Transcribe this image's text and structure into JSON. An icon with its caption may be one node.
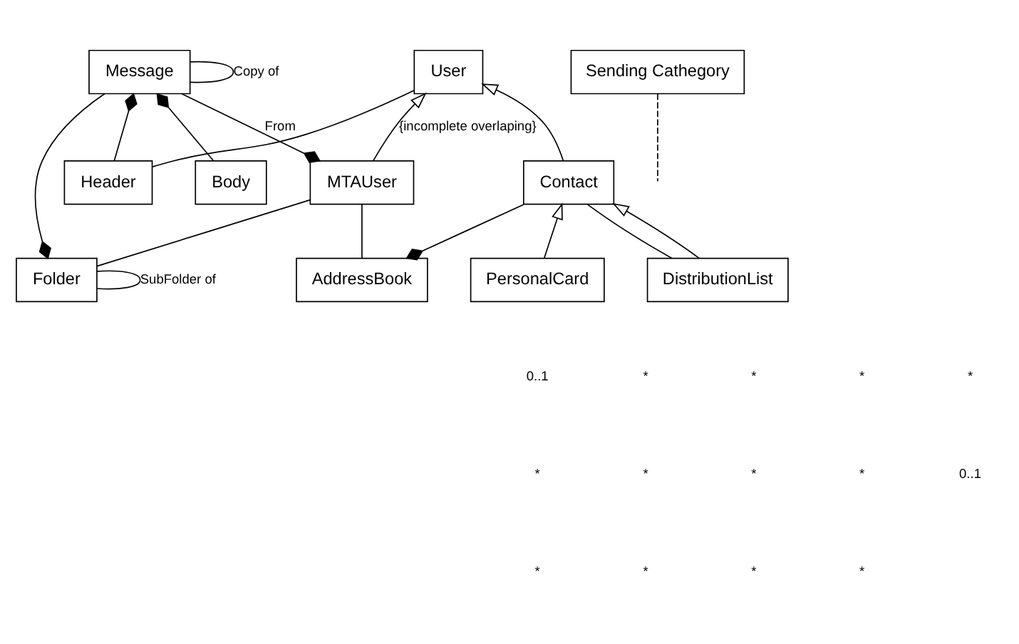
{
  "diagram": {
    "nodes": [
      {
        "text": [
          "Message"
        ]
      },
      {
        "text": [
          "Sending Cathegory"
        ]
      },
      {
        "text": [
          "User"
        ]
      },
      {
        "text": [
          "Header"
        ]
      },
      {
        "text": [
          "Body"
        ]
      },
      {
        "text": [
          "MTAUser"
        ]
      },
      {
        "text": [
          "Contact"
        ]
      },
      {
        "text": [
          "Folder"
        ]
      },
      {
        "text": [
          "AddressBook"
        ]
      },
      {
        "text": [
          "PersonalCard"
        ]
      },
      {
        "text": [
          "DistributionList"
        ]
      }
    ],
    "edges": [
      {
        "from": 0,
        "to": 0,
        "arrow": "none",
        "label": "Copy of"
      },
      {
        "from": 7,
        "to": 0,
        "arrow": "other"
      },
      {
        "from": 5,
        "to": 0,
        "arrow": "other",
        "label": "From"
      },
      {
        "from": 0,
        "to": 3,
        "arrow": "other"
      },
      {
        "from": 0,
        "to": 4,
        "arrow": "other"
      },
      {
        "from": 2,
        "to": 3,
        "arrow": "none"
      },
      {
        "from": 1,
        "to": null,
        "arrow": "none",
        "style": "dashed"
      },
      {
        "from": 5,
        "to": 2,
        "arrow": "to",
        "label": "{incomplete overlaping}"
      },
      {
        "from": 6,
        "to": 2,
        "arrow": "to"
      },
      {
        "from": 5,
        "to": 7,
        "arrow": "none"
      },
      {
        "from": 5,
        "to": 8,
        "arrow": "none"
      },
      {
        "from": 8,
        "to": 6,
        "arrow": "other"
      },
      {
        "from": 6,
        "to": 10,
        "arrow": "none"
      },
      {
        "from": 9,
        "to": 6,
        "arrow": "to"
      },
      {
        "from": 10,
        "to": 6,
        "arrow": "to"
      },
      {
        "from": 7,
        "to": 7,
        "arrow": "none",
        "label": "SubFolder of"
      }
    ],
    "labels": [
      "0..1",
      "*",
      "*",
      "*",
      "*",
      "*",
      "*",
      "*",
      "*",
      "0..1",
      "*",
      "*",
      "*",
      "*"
    ]
  }
}
